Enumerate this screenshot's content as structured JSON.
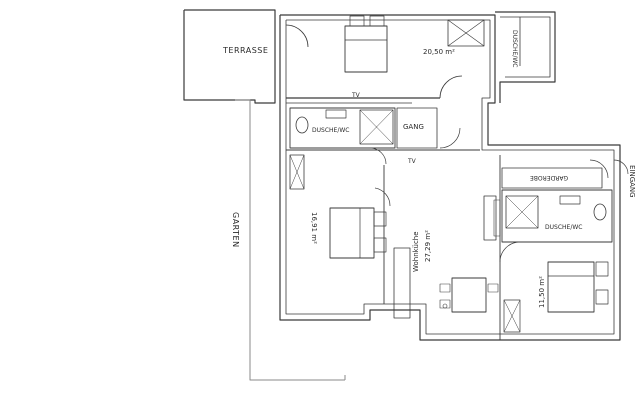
{
  "labels": {
    "terrasse": "TERRASSE",
    "garten": "GARTEN",
    "eingang": "EINGANG",
    "gang": "GANG",
    "garderobe": "GARDEROBE",
    "dusche_wc_left": "DUSCHE/WC",
    "dusche_wc_right": "DUSCHE/WC",
    "dusche_wc_top": "DUSCHE/WC",
    "tv_top": "TV",
    "tv_mid": "TV",
    "area_top_bedroom": "20,50 m²",
    "area_left_bedroom": "16,91 m²",
    "area_right_bedroom": "11,50 m²",
    "wohnkueche": "Wohnküche",
    "area_wohnkueche": "27,29 m²"
  },
  "colors": {
    "line": "#3a3a3a",
    "light_line": "#8a8a8a",
    "background": "#ffffff"
  }
}
